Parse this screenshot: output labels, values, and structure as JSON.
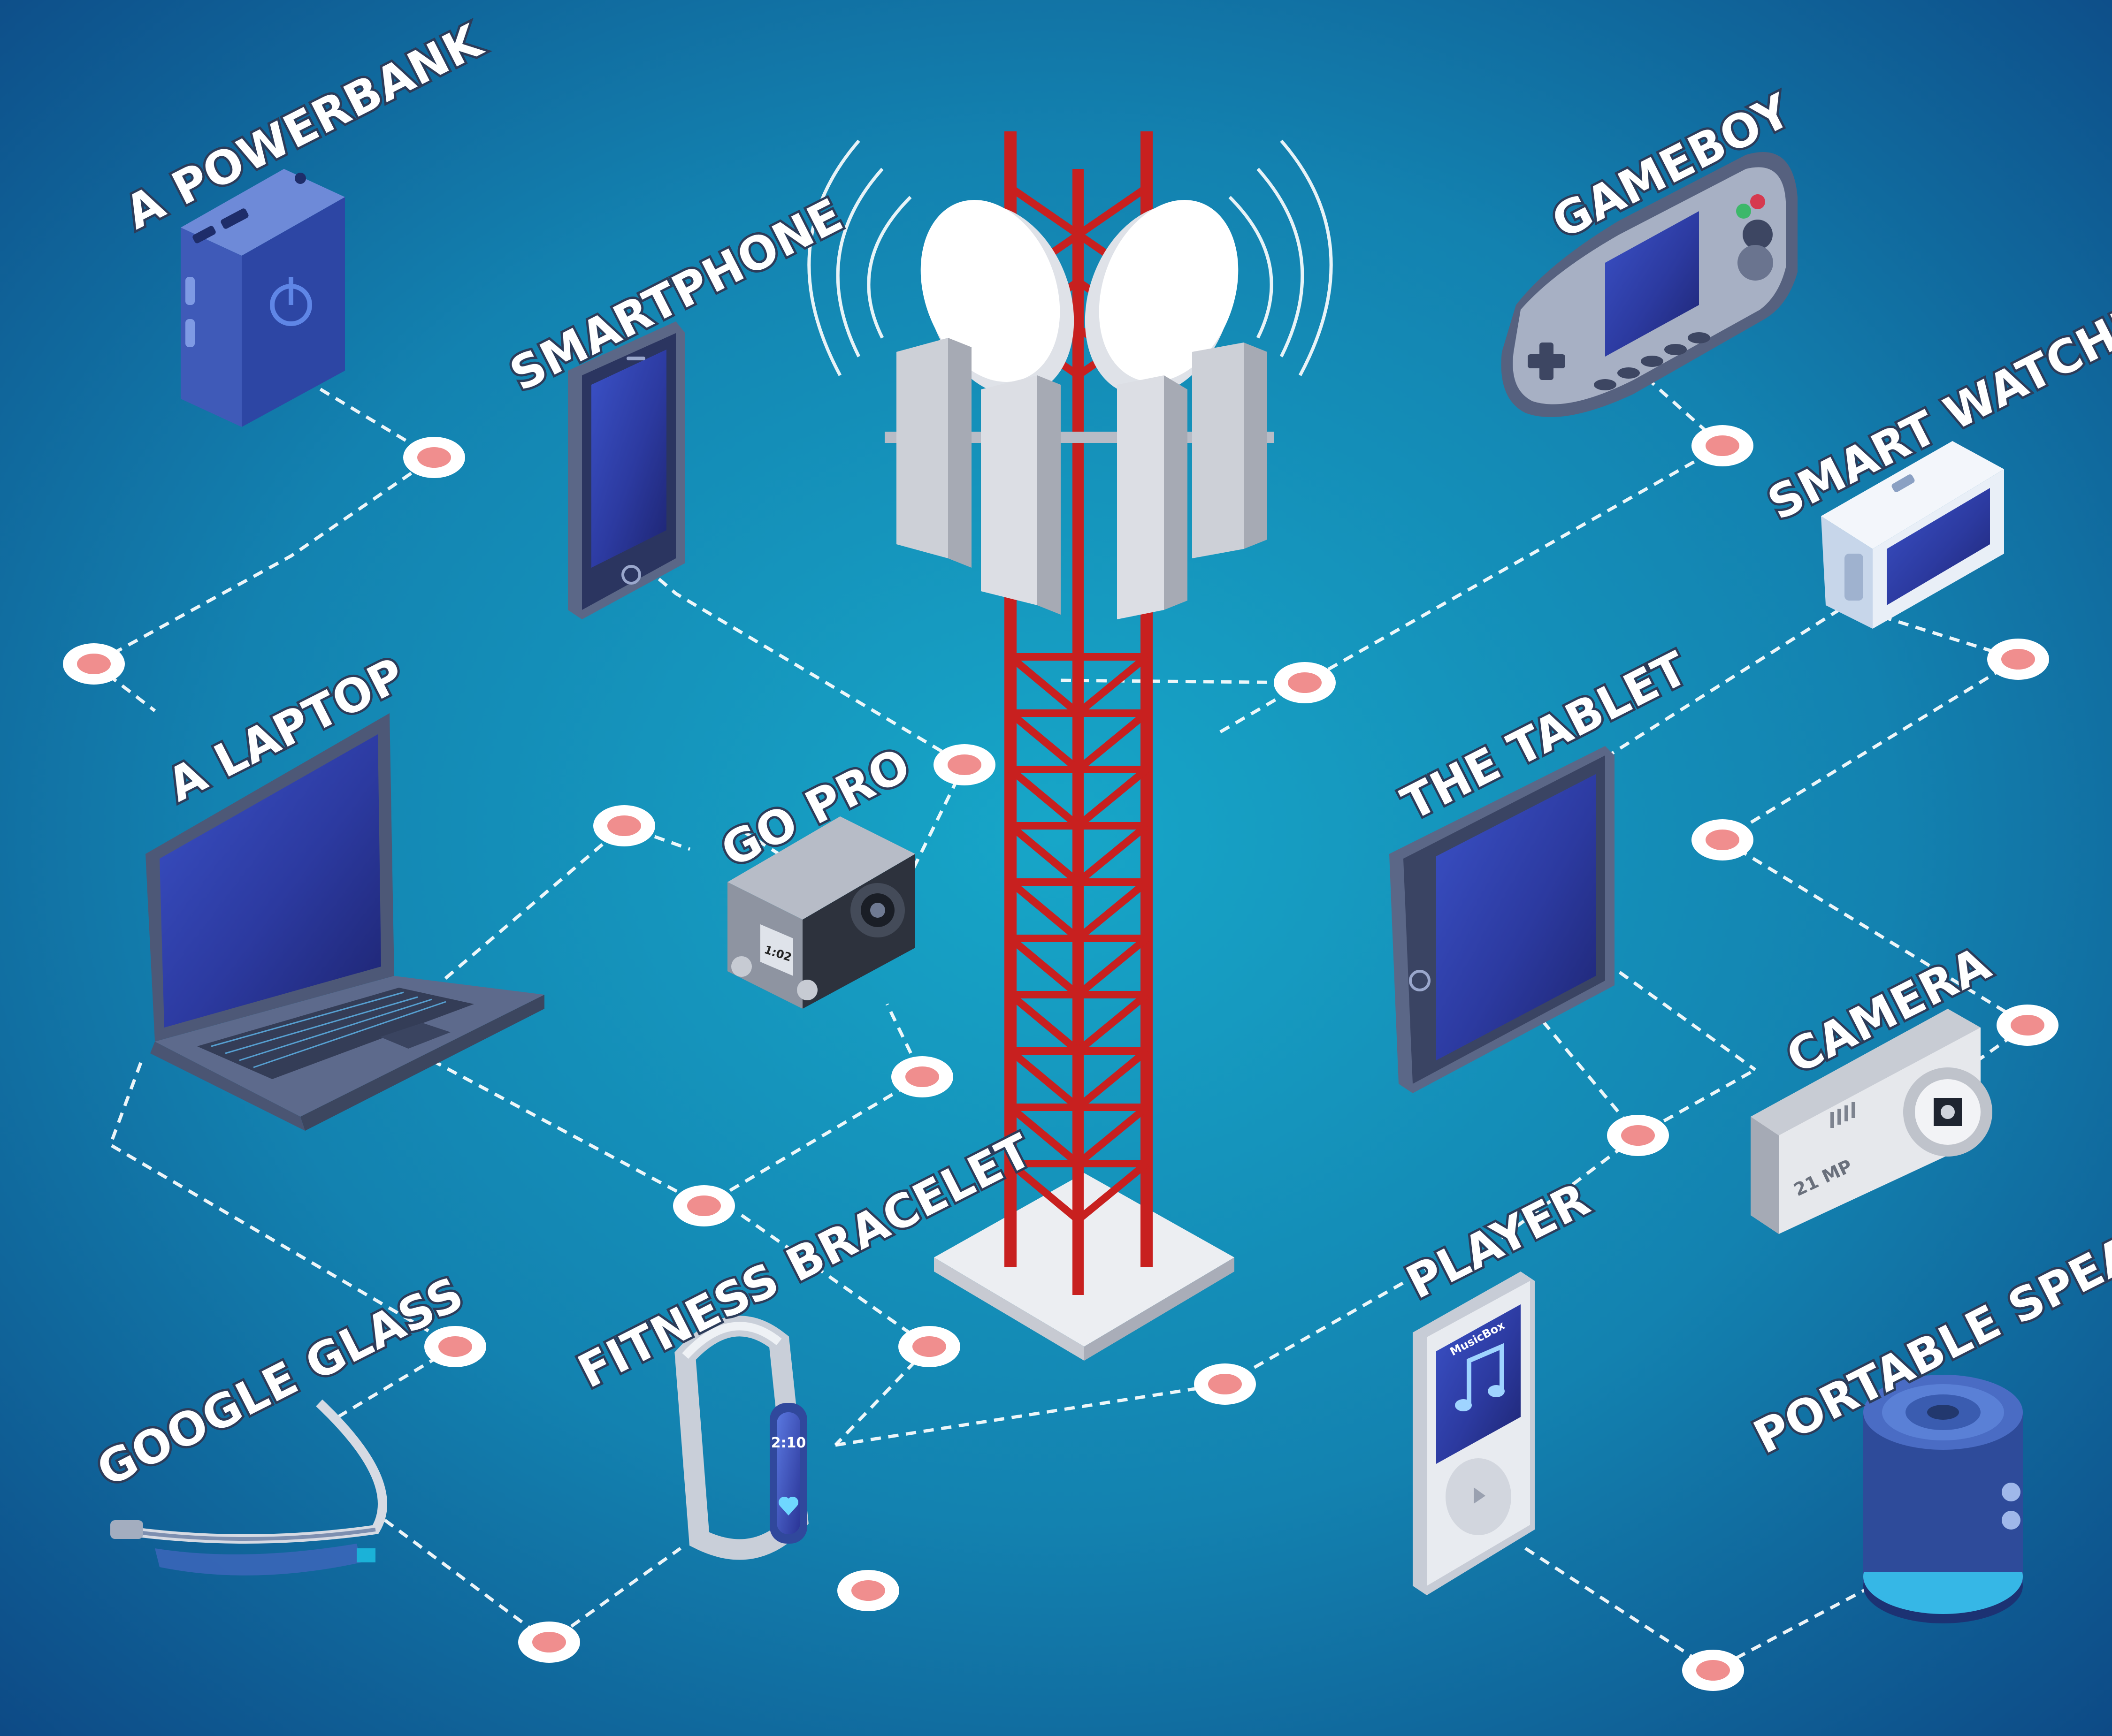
{
  "devices": [
    {
      "id": "powerbank",
      "label": "A POWERBANK",
      "icon": "powerbank-icon"
    },
    {
      "id": "smartphone",
      "label": "SMARTPHONE",
      "icon": "smartphone-icon"
    },
    {
      "id": "laptop",
      "label": "A LAPTOP",
      "icon": "laptop-icon"
    },
    {
      "id": "gopro",
      "label": "GO PRO",
      "icon": "action-camera-icon",
      "screen_text": "1:02"
    },
    {
      "id": "google-glass",
      "label": "GOOGLE GLASS",
      "icon": "smart-glasses-icon"
    },
    {
      "id": "fitness-bracelet",
      "label": "FITNESS BRACELET",
      "icon": "fitness-band-icon",
      "screen_text": "2:10"
    },
    {
      "id": "gameboy",
      "label": "GAMEBOY",
      "icon": "handheld-console-icon"
    },
    {
      "id": "smart-watches",
      "label": "SMART WATCHES",
      "icon": "smartwatch-icon"
    },
    {
      "id": "tablet",
      "label": "THE TABLET",
      "icon": "tablet-icon"
    },
    {
      "id": "camera",
      "label": "CAMERA",
      "icon": "photo-camera-icon",
      "badge": "21 MP"
    },
    {
      "id": "player",
      "label": "PLAYER",
      "icon": "music-player-icon",
      "screen_text": "MusicBox"
    },
    {
      "id": "portable-speaker",
      "label": "PORTABLE SPEAKER",
      "icon": "speaker-icon"
    }
  ],
  "center": {
    "name": "cell-tower",
    "icon": "cell-tower-icon"
  },
  "colors": {
    "background_inner": "#17a4c6",
    "background_outer": "#0f4f8a",
    "tower_red": "#c8201f",
    "node_fill": "#f08e8e",
    "node_ring": "#ffffff",
    "screen_blue": "#2f3fa6",
    "device_body": "#6f7c97"
  }
}
